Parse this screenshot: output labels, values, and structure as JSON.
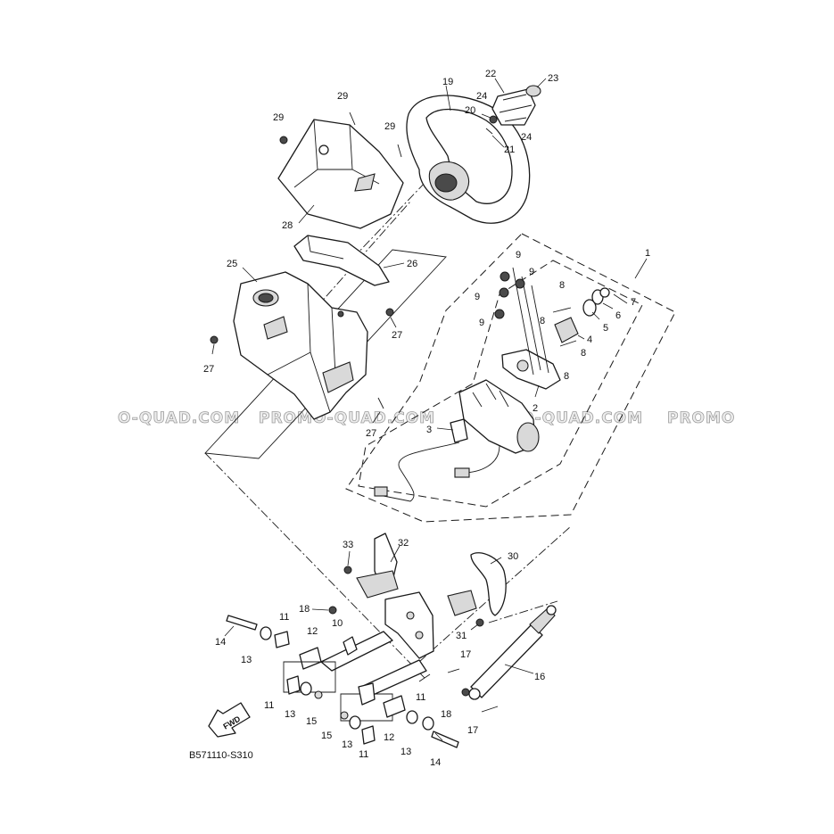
{
  "watermark": {
    "segments": [
      "O-QUAD.COM",
      "PROMO-QUAD.COM",
      "PROMO-QUAD.COM",
      "PROMO"
    ]
  },
  "diagram_code": "B571110-S310",
  "fwd_label": "FWD",
  "callouts": {
    "c1": "1",
    "c2": "2",
    "c3": "3",
    "c4": "4",
    "c5": "5",
    "c6": "6",
    "c7": "7",
    "c8a": "8",
    "c8b": "8",
    "c8c": "8",
    "c8d": "8",
    "c9a": "9",
    "c9b": "9",
    "c9c": "9",
    "c9d": "9",
    "c10": "10",
    "c11a": "11",
    "c11b": "11",
    "c11c": "11",
    "c11d": "11",
    "c12a": "12",
    "c12b": "12",
    "c13a": "13",
    "c13b": "13",
    "c13c": "13",
    "c13d": "13",
    "c14a": "14",
    "c14b": "14",
    "c15a": "15",
    "c15b": "15",
    "c16": "16",
    "c17a": "17",
    "c17b": "17",
    "c18a": "18",
    "c18b": "18",
    "c19": "19",
    "c20": "20",
    "c21": "21",
    "c22": "22",
    "c23": "23",
    "c24a": "24",
    "c24b": "24",
    "c25": "25",
    "c26": "26",
    "c27a": "27",
    "c27b": "27",
    "c27c": "27",
    "c28": "28",
    "c29a": "29",
    "c29b": "29",
    "c29c": "29",
    "c30": "30",
    "c31": "31",
    "c32": "32",
    "c33": "33"
  }
}
